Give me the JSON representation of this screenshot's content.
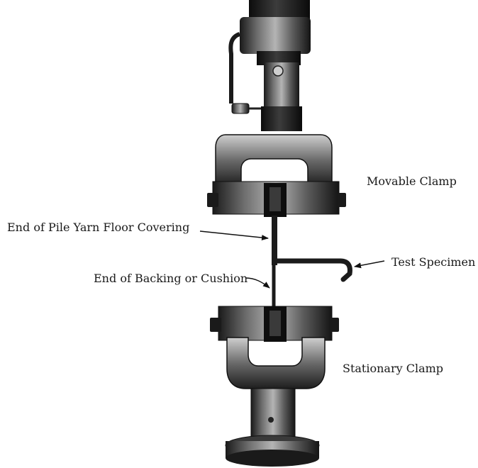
{
  "labels": {
    "movable_clamp": "Movable Clamp",
    "end_of_pile_yarn": "End of Pile Yarn Floor Covering",
    "test_specimen": "Test  Specimen",
    "end_of_backing": "End of Backing or Cushion",
    "stationary_clamp": "Stationary Clamp"
  },
  "colors": {
    "ink": "#111111",
    "metal_dark": "#1c1c1c",
    "metal_mid": "#5a5a5a",
    "metal_light": "#9a9a9a",
    "paper": "#ffffff"
  }
}
